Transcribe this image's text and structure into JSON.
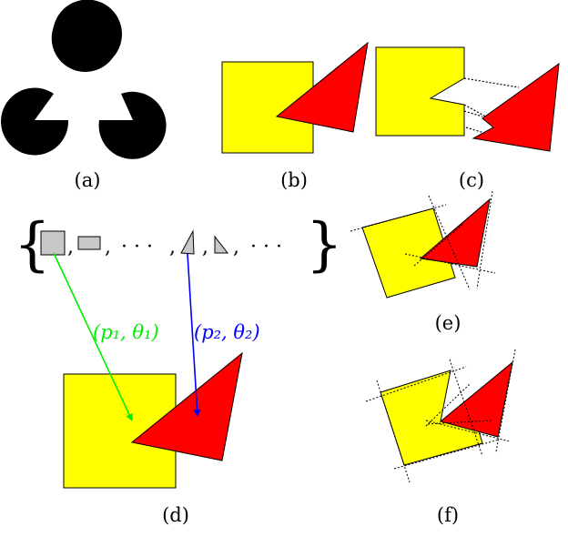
{
  "figure": {
    "captions": {
      "a": "(a)",
      "b": "(b)",
      "c": "(c)",
      "d": "(d)",
      "e": "(e)",
      "f": "(f)"
    },
    "set_notation": {
      "open_brace": "{",
      "close_brace": "}",
      "comma": ",",
      "ellipsis": "· · ·"
    },
    "param_labels": {
      "first": "(p₁, θ₁)",
      "second": "(p₂, θ₂)"
    },
    "colors": {
      "shape_fill": "#ffff00",
      "triangle_fill": "#ff0000",
      "pacman_fill": "#000000",
      "primitive_gray": "#c8c8c8",
      "arrow_green": "#00ff00",
      "arrow_blue": "#0000ff"
    }
  }
}
